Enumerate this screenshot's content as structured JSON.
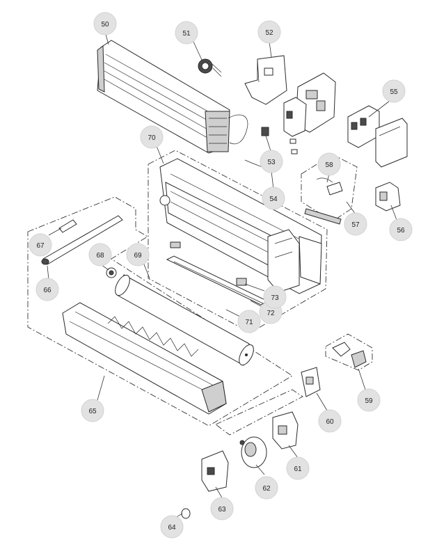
{
  "labels": [
    {
      "id": "50",
      "text": "50"
    },
    {
      "id": "51",
      "text": "51"
    },
    {
      "id": "52",
      "text": "52"
    },
    {
      "id": "53",
      "text": "53"
    },
    {
      "id": "54",
      "text": "54"
    },
    {
      "id": "55",
      "text": "55"
    },
    {
      "id": "56",
      "text": "56"
    },
    {
      "id": "57",
      "text": "57"
    },
    {
      "id": "58",
      "text": "58"
    },
    {
      "id": "59",
      "text": "59"
    },
    {
      "id": "60",
      "text": "60"
    },
    {
      "id": "61",
      "text": "61"
    },
    {
      "id": "62",
      "text": "62"
    },
    {
      "id": "63",
      "text": "63"
    },
    {
      "id": "64",
      "text": "64"
    },
    {
      "id": "65",
      "text": "65"
    },
    {
      "id": "66",
      "text": "66"
    },
    {
      "id": "67",
      "text": "67"
    },
    {
      "id": "68",
      "text": "68"
    },
    {
      "id": "69",
      "text": "69"
    },
    {
      "id": "70",
      "text": "70"
    },
    {
      "id": "71",
      "text": "71"
    },
    {
      "id": "72",
      "text": "72"
    },
    {
      "id": "73",
      "text": "73"
    }
  ]
}
